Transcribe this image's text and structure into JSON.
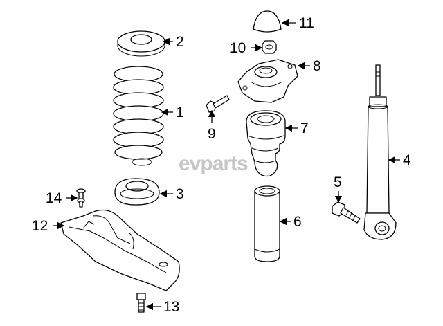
{
  "watermark": {
    "logo": "evparts"
  },
  "callouts": [
    {
      "id": "1",
      "label": "1"
    },
    {
      "id": "2",
      "label": "2"
    },
    {
      "id": "3",
      "label": "3"
    },
    {
      "id": "4",
      "label": "4"
    },
    {
      "id": "5",
      "label": "5"
    },
    {
      "id": "6",
      "label": "6"
    },
    {
      "id": "7",
      "label": "7"
    },
    {
      "id": "8",
      "label": "8"
    },
    {
      "id": "9",
      "label": "9"
    },
    {
      "id": "10",
      "label": "10"
    },
    {
      "id": "11",
      "label": "11"
    },
    {
      "id": "12",
      "label": "12"
    },
    {
      "id": "13",
      "label": "13"
    },
    {
      "id": "14",
      "label": "14"
    }
  ]
}
